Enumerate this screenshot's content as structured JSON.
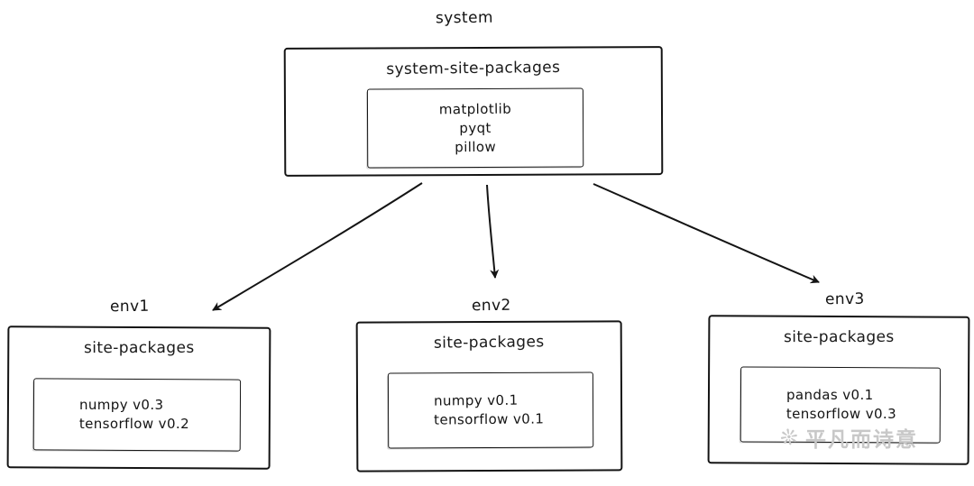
{
  "diagram": {
    "root": {
      "label": "system",
      "title": "system-site-packages",
      "packages": [
        "matplotlib",
        "pyqt",
        "pillow"
      ]
    },
    "envs": [
      {
        "label": "env1",
        "title": "site-packages",
        "packages": [
          "numpy v0.3",
          "tensorflow v0.2"
        ]
      },
      {
        "label": "env2",
        "title": "site-packages",
        "packages": [
          "numpy v0.1",
          "tensorflow v0.1"
        ]
      },
      {
        "label": "env3",
        "title": "site-packages",
        "packages": [
          "pandas v0.1",
          "tensorflow v0.3"
        ]
      }
    ],
    "colors": {
      "ink": "#141414",
      "watermark": "#c8c8c8"
    },
    "watermark": {
      "icon": "dandelion-icon",
      "text": "平凡而诗意"
    }
  }
}
